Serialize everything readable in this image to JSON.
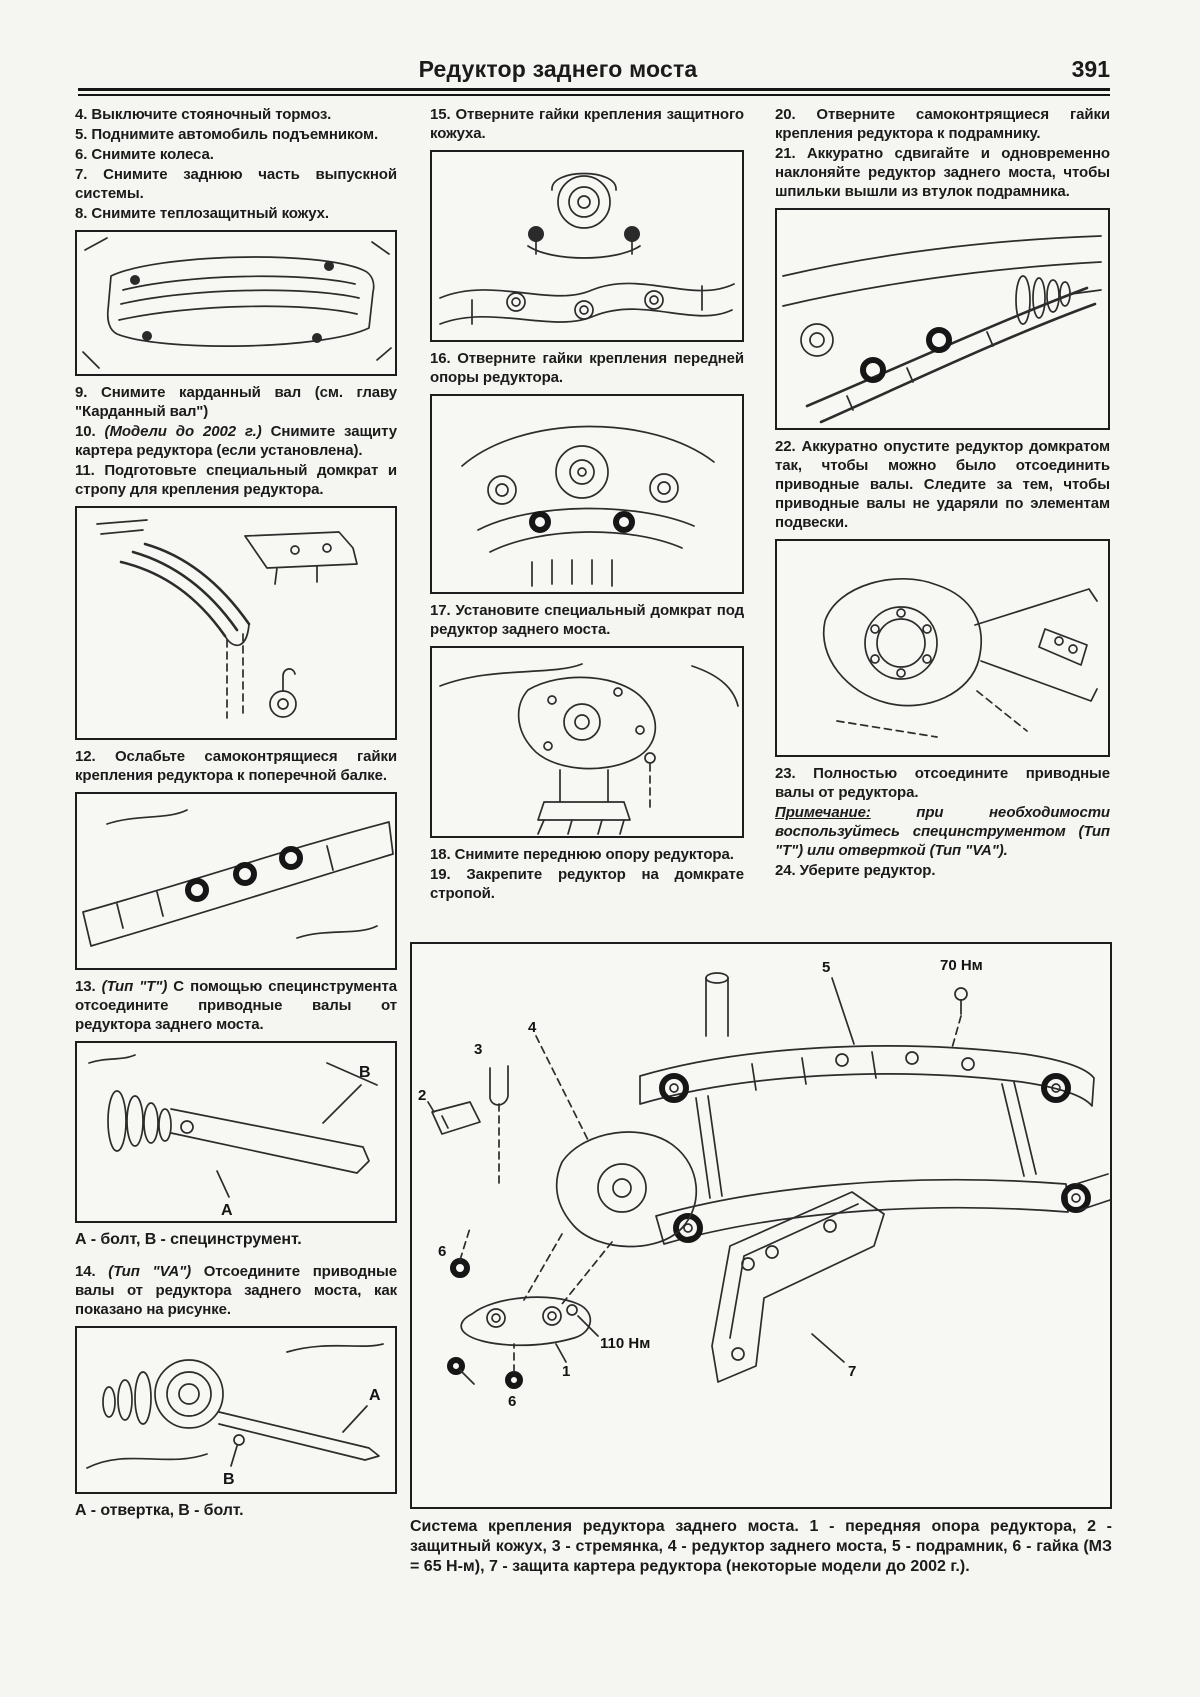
{
  "page": {
    "title": "Редуктор заднего моста",
    "number": "391"
  },
  "left": {
    "s4": "4. Выключите стояночный тормоз.",
    "s5": "5. Поднимите автомобиль подъемником.",
    "s6": "6. Снимите колеса.",
    "s7": "7. Снимите заднюю часть выпускной системы.",
    "s8": "8. Снимите теплозащитный кожух.",
    "s9": "9. Снимите карданный вал (см. главу \"Карданный вал\")",
    "s10_num": "10. ",
    "s10_italic": "(Модели до 2002 г.)",
    "s10_rest": " Снимите защиту картера редуктора (если установлена).",
    "s11": "11. Подготовьте специальный домкрат и стропу для крепления редуктора.",
    "s12": "12. Ослабьте самоконтрящиеся гайки крепления редуктора к поперечной балке.",
    "s13_num": "13. ",
    "s13_italic": "(Тип \"Т\")",
    "s13_rest": " С помощью специнструмента отсоедините приводные валы от редуктора заднего моста.",
    "cap13": "А - болт, В - специнструмент.",
    "s14_num": "14. ",
    "s14_italic": "(Тип \"VA\")",
    "s14_rest": " Отсоедините приводные валы от редуктора заднего моста, как показано на рисунке.",
    "cap14": "А - отвертка, В - болт."
  },
  "middle": {
    "s15": "15. Отверните гайки крепления защитного кожуха.",
    "s16": "16. Отверните гайки крепления передней опоры редуктора.",
    "s17": "17. Установите специальный домкрат под редуктор заднего моста.",
    "s18": "18. Снимите переднюю опору редуктора.",
    "s19": "19. Закрепите редуктор на домкрате стропой."
  },
  "right": {
    "s20": "20. Отверните самоконтрящиеся гайки крепления редуктора к подрамнику.",
    "s21": "21. Аккуратно сдвигайте и одновременно наклоняйте редуктор заднего моста, чтобы шпильки вышли из втулок подрамника.",
    "s22": "22. Аккуратно опустите редуктор домкратом так, чтобы можно было отсоединить приводные валы. Следите за тем, чтобы приводные валы не ударяли по элементам подвески.",
    "s23": "23. Полностью отсоедините приводные валы от редуктора.",
    "note_label": "Примечание:",
    "note_rest": " при необходимости воспользуйтесь специнструментом (Тип \"Т\") или отверткой (Тип \"VA\").",
    "s24": "24. Уберите редуктор."
  },
  "figure_labels": {
    "t_a": "А",
    "t_b": "В",
    "va_a": "А",
    "va_b": "В"
  },
  "assembly": {
    "caption": "Система крепления редуктора заднего моста. 1 - передняя опора редуктора, 2 - защитный кожух, 3 - стремянка, 4 - редуктор заднего моста, 5 - подрамник, 6 - гайка (МЗ = 65 Н-м), 7 - защита картера редуктора (некоторые модели до 2002 г.).",
    "callouts": {
      "n1": "1",
      "n2": "2",
      "n3": "3",
      "n4": "4",
      "n5": "5",
      "n6a": "6",
      "n6b": "6",
      "n7": "7",
      "torque70": "70 Нм",
      "torque110": "110 Нм"
    }
  }
}
